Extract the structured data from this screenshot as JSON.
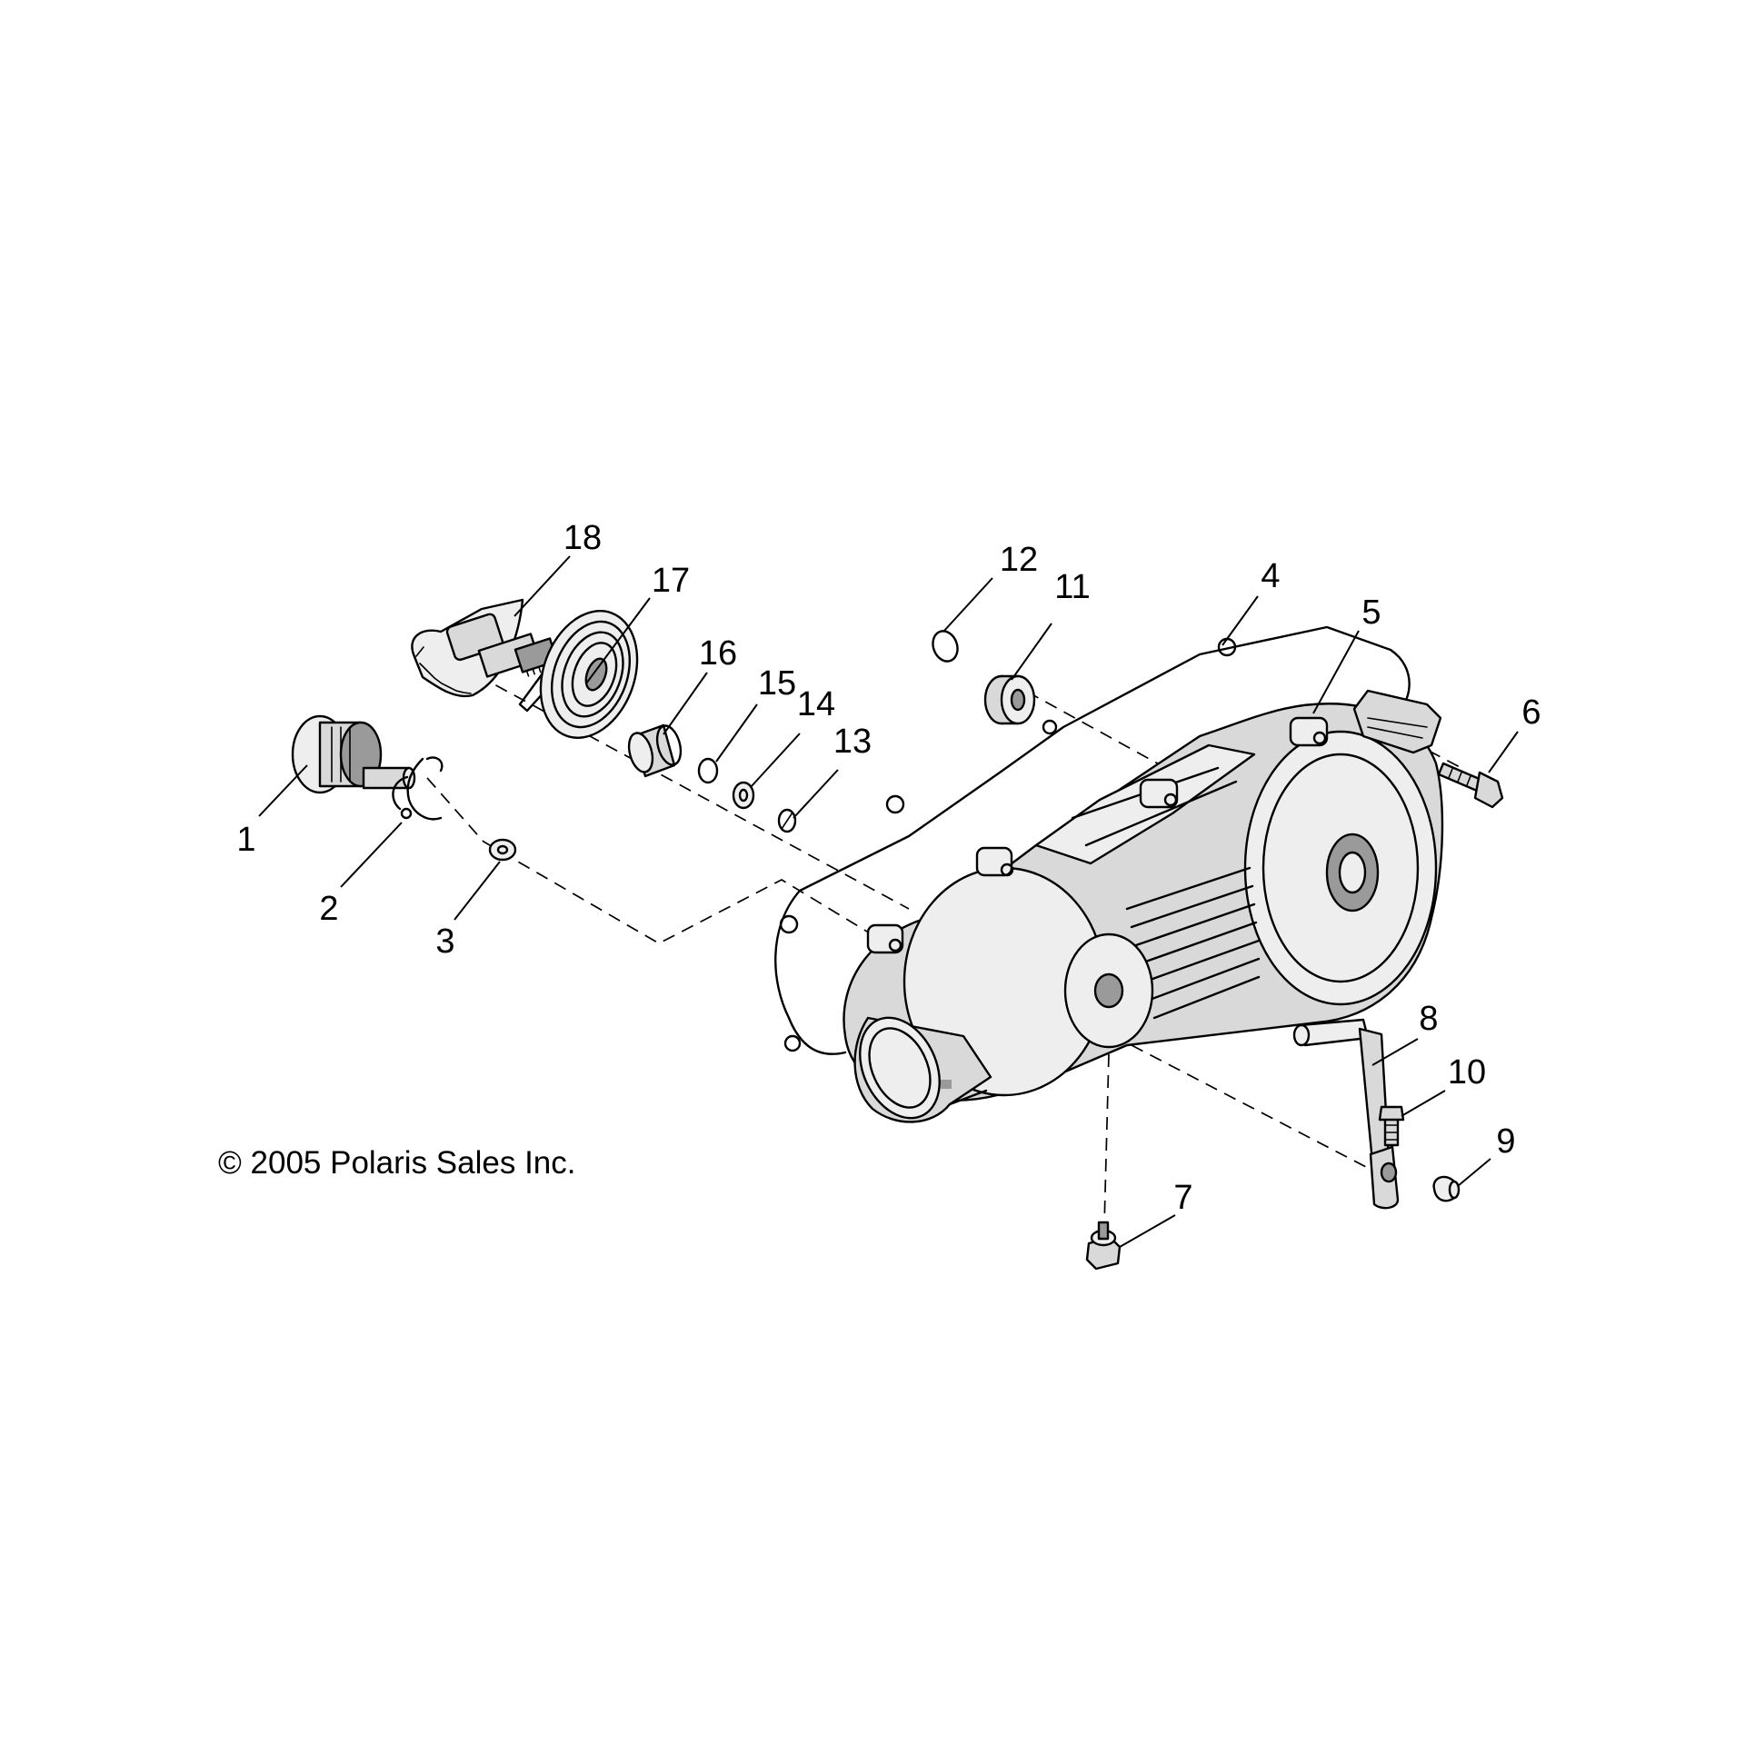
{
  "diagram": {
    "callouts": [
      {
        "id": "1",
        "label": "1"
      },
      {
        "id": "2",
        "label": "2"
      },
      {
        "id": "3",
        "label": "3"
      },
      {
        "id": "4",
        "label": "4"
      },
      {
        "id": "5",
        "label": "5"
      },
      {
        "id": "6",
        "label": "6"
      },
      {
        "id": "7",
        "label": "7"
      },
      {
        "id": "8",
        "label": "8"
      },
      {
        "id": "9",
        "label": "9"
      },
      {
        "id": "10",
        "label": "10"
      },
      {
        "id": "11",
        "label": "11"
      },
      {
        "id": "12",
        "label": "12"
      },
      {
        "id": "13",
        "label": "13"
      },
      {
        "id": "14",
        "label": "14"
      },
      {
        "id": "15",
        "label": "15"
      },
      {
        "id": "16",
        "label": "16"
      },
      {
        "id": "17",
        "label": "17"
      },
      {
        "id": "18",
        "label": "18"
      }
    ],
    "copyright": "© 2005 Polaris Sales Inc."
  }
}
